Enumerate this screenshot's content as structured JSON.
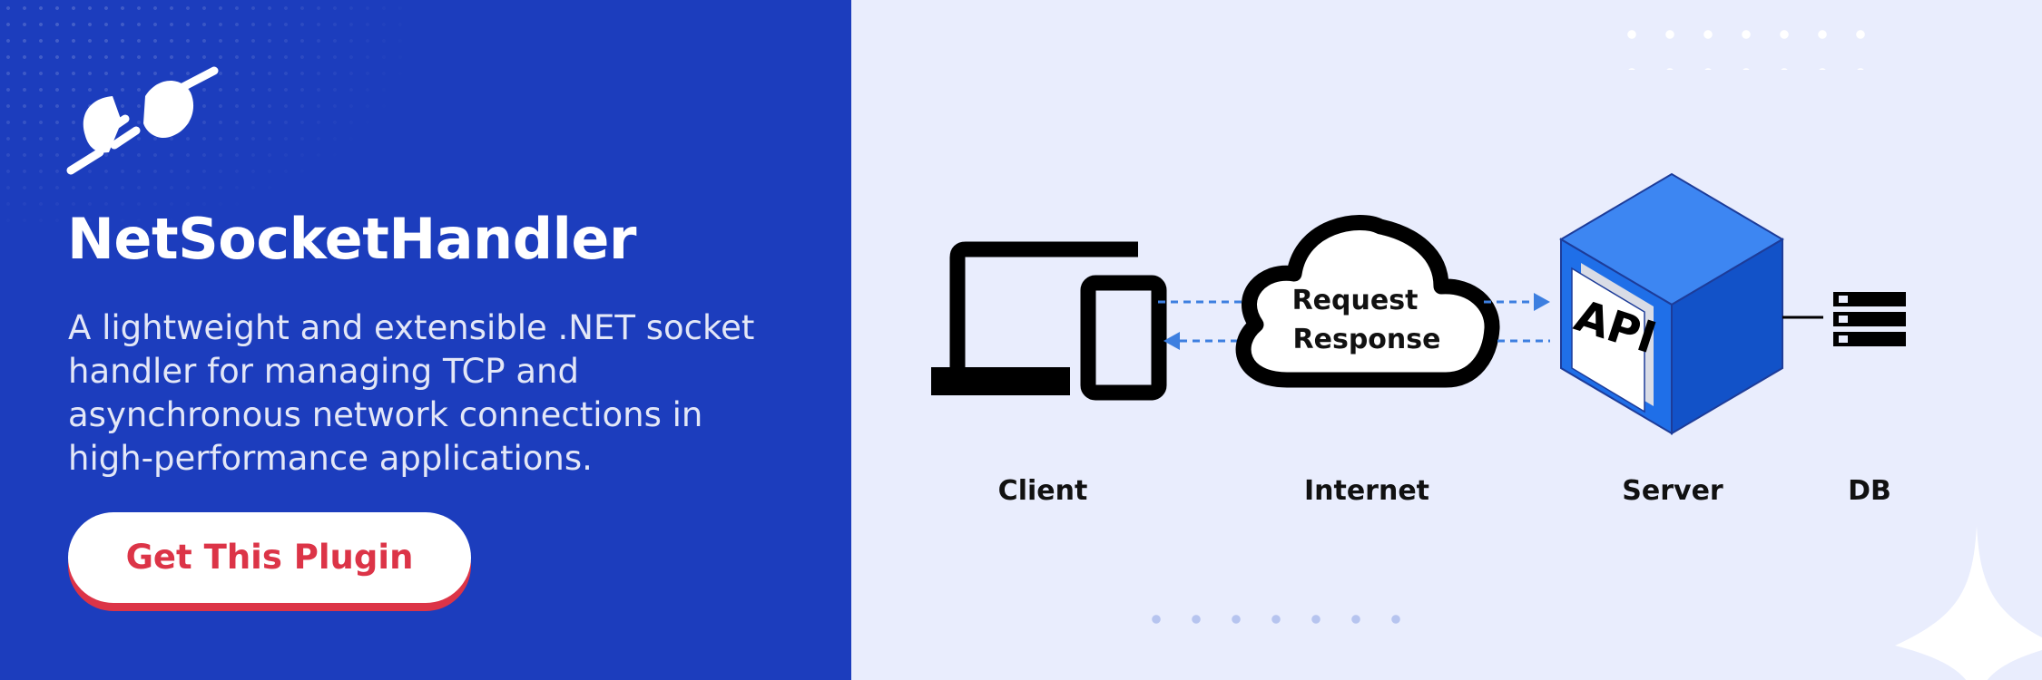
{
  "product": {
    "title": "NetSocketHandler",
    "description": "A lightweight and extensible .NET socket handler for managing TCP and asynchronous network connections in high-performance applications.",
    "cta_label": "Get This Plugin"
  },
  "diagram": {
    "nodes": {
      "client": "Client",
      "internet": "Internet",
      "server": "Server",
      "db": "DB"
    },
    "cloud": {
      "request": "Request",
      "response": "Response"
    },
    "server_badge": "API"
  },
  "icons": {
    "plug": "plug-icon",
    "laptop": "laptop-icon",
    "phone": "phone-icon",
    "cloud": "cloud-icon",
    "server": "server-cube-icon",
    "database": "database-icon"
  },
  "colors": {
    "left_background": "#1c3dbd",
    "right_background": "#e9edfd",
    "accent_red": "#dc3447",
    "server_blue": "#1e6be0",
    "arrow_blue": "#3d7fe0"
  }
}
